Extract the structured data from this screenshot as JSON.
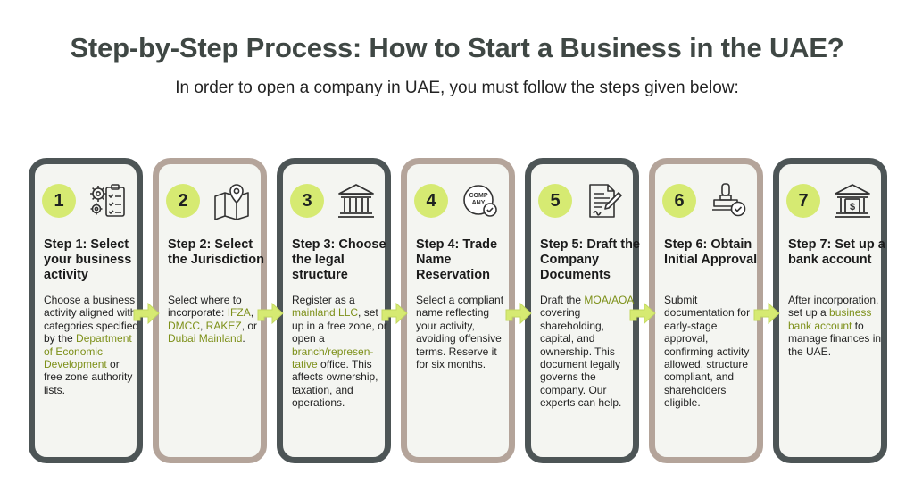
{
  "title": "Step-by-Step Process: How to Start a Business in the UAE?",
  "subtitle": "In order to open a company in UAE, you must follow the steps given below:",
  "colors": {
    "accent": "#d6ea72",
    "highlight": "#7d9019",
    "dark_border": "#4d5556",
    "light_border": "#b4a49a"
  },
  "steps": [
    {
      "number": "1",
      "icon": "gear-checklist-icon",
      "heading": "Step 1: Select your business activity",
      "desc": [
        {
          "t": "Choose a business activity aligned with categories specified by the "
        },
        {
          "t": "Department of Economic Development",
          "hl": true
        },
        {
          "t": " or free zone authority lists."
        }
      ]
    },
    {
      "number": "2",
      "icon": "map-pin-icon",
      "heading": "Step 2: Select the Jurisdiction",
      "desc": [
        {
          "t": "Select where to incorporate: "
        },
        {
          "t": "IFZA",
          "hl": true
        },
        {
          "t": ", "
        },
        {
          "t": "DMCC",
          "hl": true
        },
        {
          "t": ", "
        },
        {
          "t": "RAKEZ",
          "hl": true
        },
        {
          "t": ", or "
        },
        {
          "t": "Dubai Mainland",
          "hl": true
        },
        {
          "t": "."
        }
      ]
    },
    {
      "number": "3",
      "icon": "government-building-icon",
      "heading": "Step 3: Choose the legal structure",
      "desc": [
        {
          "t": "Register as a "
        },
        {
          "t": "mainland LLC",
          "hl": true
        },
        {
          "t": ", set up in a free zone, or open a "
        },
        {
          "t": "branch/represen-tative",
          "hl": true
        },
        {
          "t": " office. This affects ownership, taxation, and operations."
        }
      ]
    },
    {
      "number": "4",
      "icon": "company-stamp-icon",
      "heading": "Step 4: Trade Name Reservation",
      "desc": [
        {
          "t": "Select a compliant name reflecting your activity, avoiding offensive terms. Reserve it for six months."
        }
      ]
    },
    {
      "number": "5",
      "icon": "document-signature-icon",
      "heading": "Step 5: Draft the Company Documents",
      "desc": [
        {
          "t": "Draft the "
        },
        {
          "t": "MOA/AOA",
          "hl": true
        },
        {
          "t": " covering shareholding, capital, and ownership. This document legally governs the company. Our experts can help."
        }
      ]
    },
    {
      "number": "6",
      "icon": "approval-stamp-icon",
      "heading": "Step 6: Obtain Initial Approval",
      "desc": [
        {
          "t": "Submit documentation for early-stage approval, confirming activity allowed, structure compliant, and shareholders eligible."
        }
      ]
    },
    {
      "number": "7",
      "icon": "bank-dollar-icon",
      "heading": "Step 7: Set up a bank account",
      "desc": [
        {
          "t": "After incorporation, set up a "
        },
        {
          "t": "business bank account",
          "hl": true
        },
        {
          "t": " to manage finances in the UAE."
        }
      ]
    }
  ],
  "icon_text": {
    "company": [
      "COMP",
      "ANY"
    ]
  }
}
